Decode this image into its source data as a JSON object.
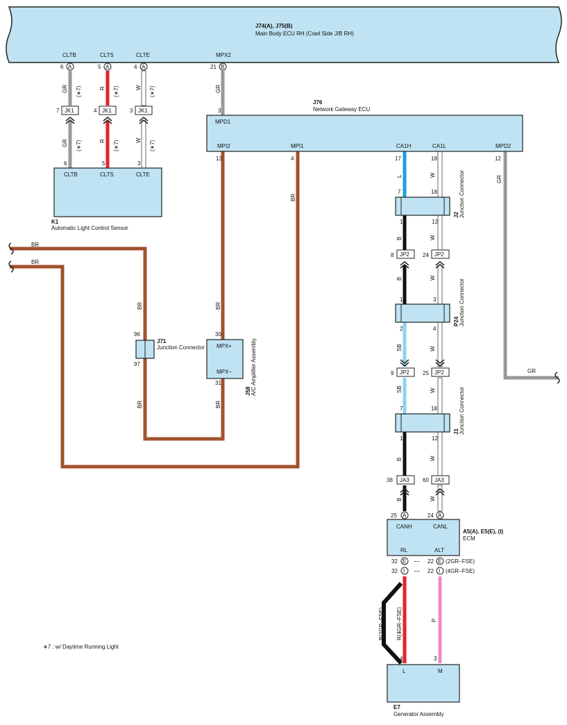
{
  "colors": {
    "box_fill": "#bfe3f2",
    "BR": "#a0522d",
    "GR": "#999999",
    "R": "#e8212b",
    "W": "#ffffff",
    "L": "#1da0dc",
    "B": "#111111",
    "SB": "#8dd3f0",
    "P": "#ee8ec4"
  },
  "main_ecu": {
    "id": "J74(A), J75(B)",
    "name": "Main Body ECU RH (Cowl Side J/B RH)",
    "pins": [
      {
        "label": "CLTB",
        "num": "6",
        "conn": "A"
      },
      {
        "label": "CLTS",
        "num": "5",
        "conn": "A"
      },
      {
        "label": "CLTE",
        "num": "4",
        "conn": "A"
      },
      {
        "label": "MPX2",
        "num": "21",
        "conn": "B"
      }
    ]
  },
  "sensor": {
    "id": "K1",
    "name": "Automatic Light Control Sensor",
    "pins": [
      {
        "label": "CLTB",
        "num": "6"
      },
      {
        "label": "CLTS",
        "num": "5"
      },
      {
        "label": "CLTE",
        "num": "3"
      }
    ]
  },
  "jk1": {
    "label": "JK1",
    "nums": [
      "7",
      "4",
      "3"
    ]
  },
  "wire_labels": {
    "gr": "GR",
    "r": "R",
    "w": "W",
    "br": "BR",
    "l": "L",
    "b": "B",
    "sb": "SB",
    "p": "P",
    "note_ref": "(∗7)"
  },
  "gateway": {
    "id": "J76",
    "name": "Network Gateway ECU",
    "mpd1": "MPD1",
    "mpd1_num": "3",
    "mpi2": "MPI2",
    "mpi2_num": "13",
    "mpi1": "MPI1",
    "mpi1_num": "4",
    "ca1h": "CA1H",
    "ca1h_num": "17",
    "ca1l": "CA1L",
    "ca1l_num": "18",
    "mpd2": "MPD2",
    "mpd2_num": "12"
  },
  "j2": {
    "id": "J2",
    "name": "Junction Connector",
    "top_l": "7",
    "top_r": "18",
    "bot_l": "1",
    "bot_r": "12"
  },
  "jp2_top": {
    "label": "JP2",
    "left_num": "8",
    "right_num": "24"
  },
  "p24": {
    "id": "P24",
    "name": "Junction Connector",
    "top_l": "1",
    "top_r": "3",
    "bot_l": "2",
    "bot_r": "4"
  },
  "jp2_mid": {
    "label": "JP2",
    "left_num": "9",
    "right_num": "25"
  },
  "j1": {
    "id": "J1",
    "name": "Junction Connector",
    "top_l": "7",
    "top_r": "18",
    "bot_l": "1",
    "bot_r": "12"
  },
  "ja3": {
    "label": "JA3",
    "left_num": "38",
    "right_num": "60"
  },
  "j71": {
    "id": "J71",
    "name": "Junction Connector",
    "top": "96",
    "bot": "97"
  },
  "j58": {
    "id": "J58",
    "name": "A/C Amplifier Assembly",
    "mpxp": "MPX+",
    "mpxm": "MPX−",
    "top": "30",
    "bot": "31"
  },
  "ecm": {
    "id": "A5(A), E5(E), (I)",
    "name": "ECM",
    "canh": "CANH",
    "canl": "CANL",
    "canh_num": "25",
    "canl_num": "24",
    "conn": "A",
    "rl": "RL",
    "alt": "ALT",
    "e_num_l": "32",
    "e_num_r": "22",
    "e_conn": "E",
    "i_conn": "I",
    "note_2gr": "(2GR−FSE)",
    "note_4gr": "(4GR−FSE)",
    "dash": "−−"
  },
  "gen": {
    "id": "E7",
    "name": "Generator Assembly",
    "l": "L",
    "m": "M",
    "l_num": "4",
    "m_num": "3",
    "wire_b": "B(2GR−FSE)",
    "wire_r": "R(4GR−FSE)"
  },
  "footnote": "∗7 : w/ Daytime Running Light"
}
